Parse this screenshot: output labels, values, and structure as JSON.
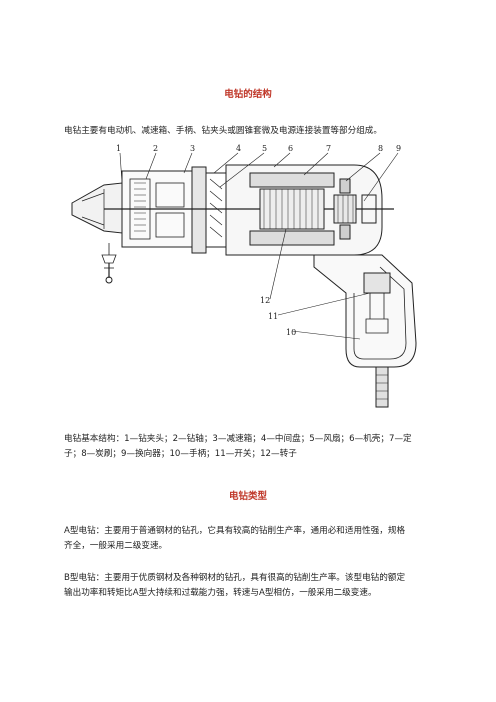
{
  "title": "电钻的结构",
  "intro": "电钻主要有电动机、减速箱、手柄、钻夹头或圆锥套微及电源连接装置等部分组成。",
  "figure": {
    "callouts": [
      "1",
      "2",
      "3",
      "4",
      "5",
      "6",
      "7",
      "8",
      "9",
      "10",
      "11",
      "12"
    ]
  },
  "caption_line1": "电钻基本结构：1—钻夹头；2—钻轴；3—减速箱；4—中间盘；5—风扇；6—机壳；7—定",
  "caption_line2": "子；8—炭刷；9—换向器；10—手柄；11—开关；12—转子",
  "section_title": "电钻类型",
  "type_a_line1": "A型电钻：主要用于普通钢材的钻孔，它具有较高的钻削生产率，通用必和适用性强，规格",
  "type_a_line2": "齐全，一般采用二级变速。",
  "type_b_line1": "B型电钻：主要用于优质钢材及各种钢材的钻孔，具有很高的钻削生产率。该型电钻的额定",
  "type_b_line2": "输出功率和转矩比A型大持续和过载能力强，转速与A型相仿，一般采用二级变速。"
}
